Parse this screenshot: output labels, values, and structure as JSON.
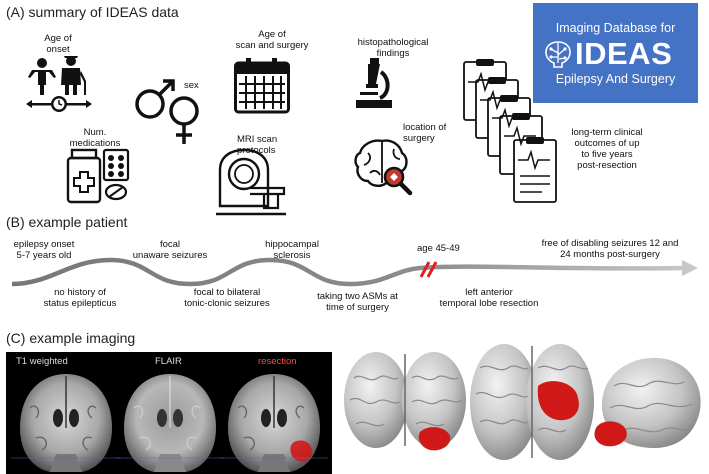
{
  "section_a": {
    "title": "(A) summary of IDEAS data",
    "labels": {
      "age_onset": "Age of\nonset",
      "sex": "sex",
      "age_scan": "Age of\nscan and surgery",
      "histopath": "histopathological\nfindings",
      "medications": "Num.\nmedications",
      "mri_protocols": "MRI scan\nprotocols",
      "location": "location of\nsurgery",
      "outcomes": "long-term clinical\noutcomes of up\nto five years\npost-resection"
    },
    "logo": {
      "line1": "Imaging Database for",
      "word": "IDEAS",
      "line3": "Epilepsy And Surgery",
      "color": "#4472c4"
    },
    "icons": [
      "family-icon",
      "clock-icon",
      "sex-symbols-icon",
      "calendar-icon",
      "microscope-icon",
      "medication-icon",
      "mri-scanner-icon",
      "brain-search-icon",
      "clipboard-stack-icon",
      "brain-circuit-icon"
    ]
  },
  "section_b": {
    "title": "(B)  example patient",
    "events_top": [
      "epilepsy onset\n5-7 years old",
      "focal\nunaware seizures",
      "hippocampal\nsclerosis",
      "age 45-49",
      "free of disabling seizures 12 and\n24 months post-surgery"
    ],
    "events_bottom": [
      "no history of\nstatus epilepticus",
      "focal to bilateral\ntonic-clonic seizures",
      "taking two ASMs at\ntime of surgery",
      "left anterior\ntemporal lobe resection"
    ],
    "break_color": "#e02020"
  },
  "section_c": {
    "title": "(C)  example imaging",
    "mri_labels": [
      "T1 weighted",
      "FLAIR",
      "resection"
    ],
    "resection_color": "#ff4a4a",
    "highlight_color": "#d01818"
  }
}
